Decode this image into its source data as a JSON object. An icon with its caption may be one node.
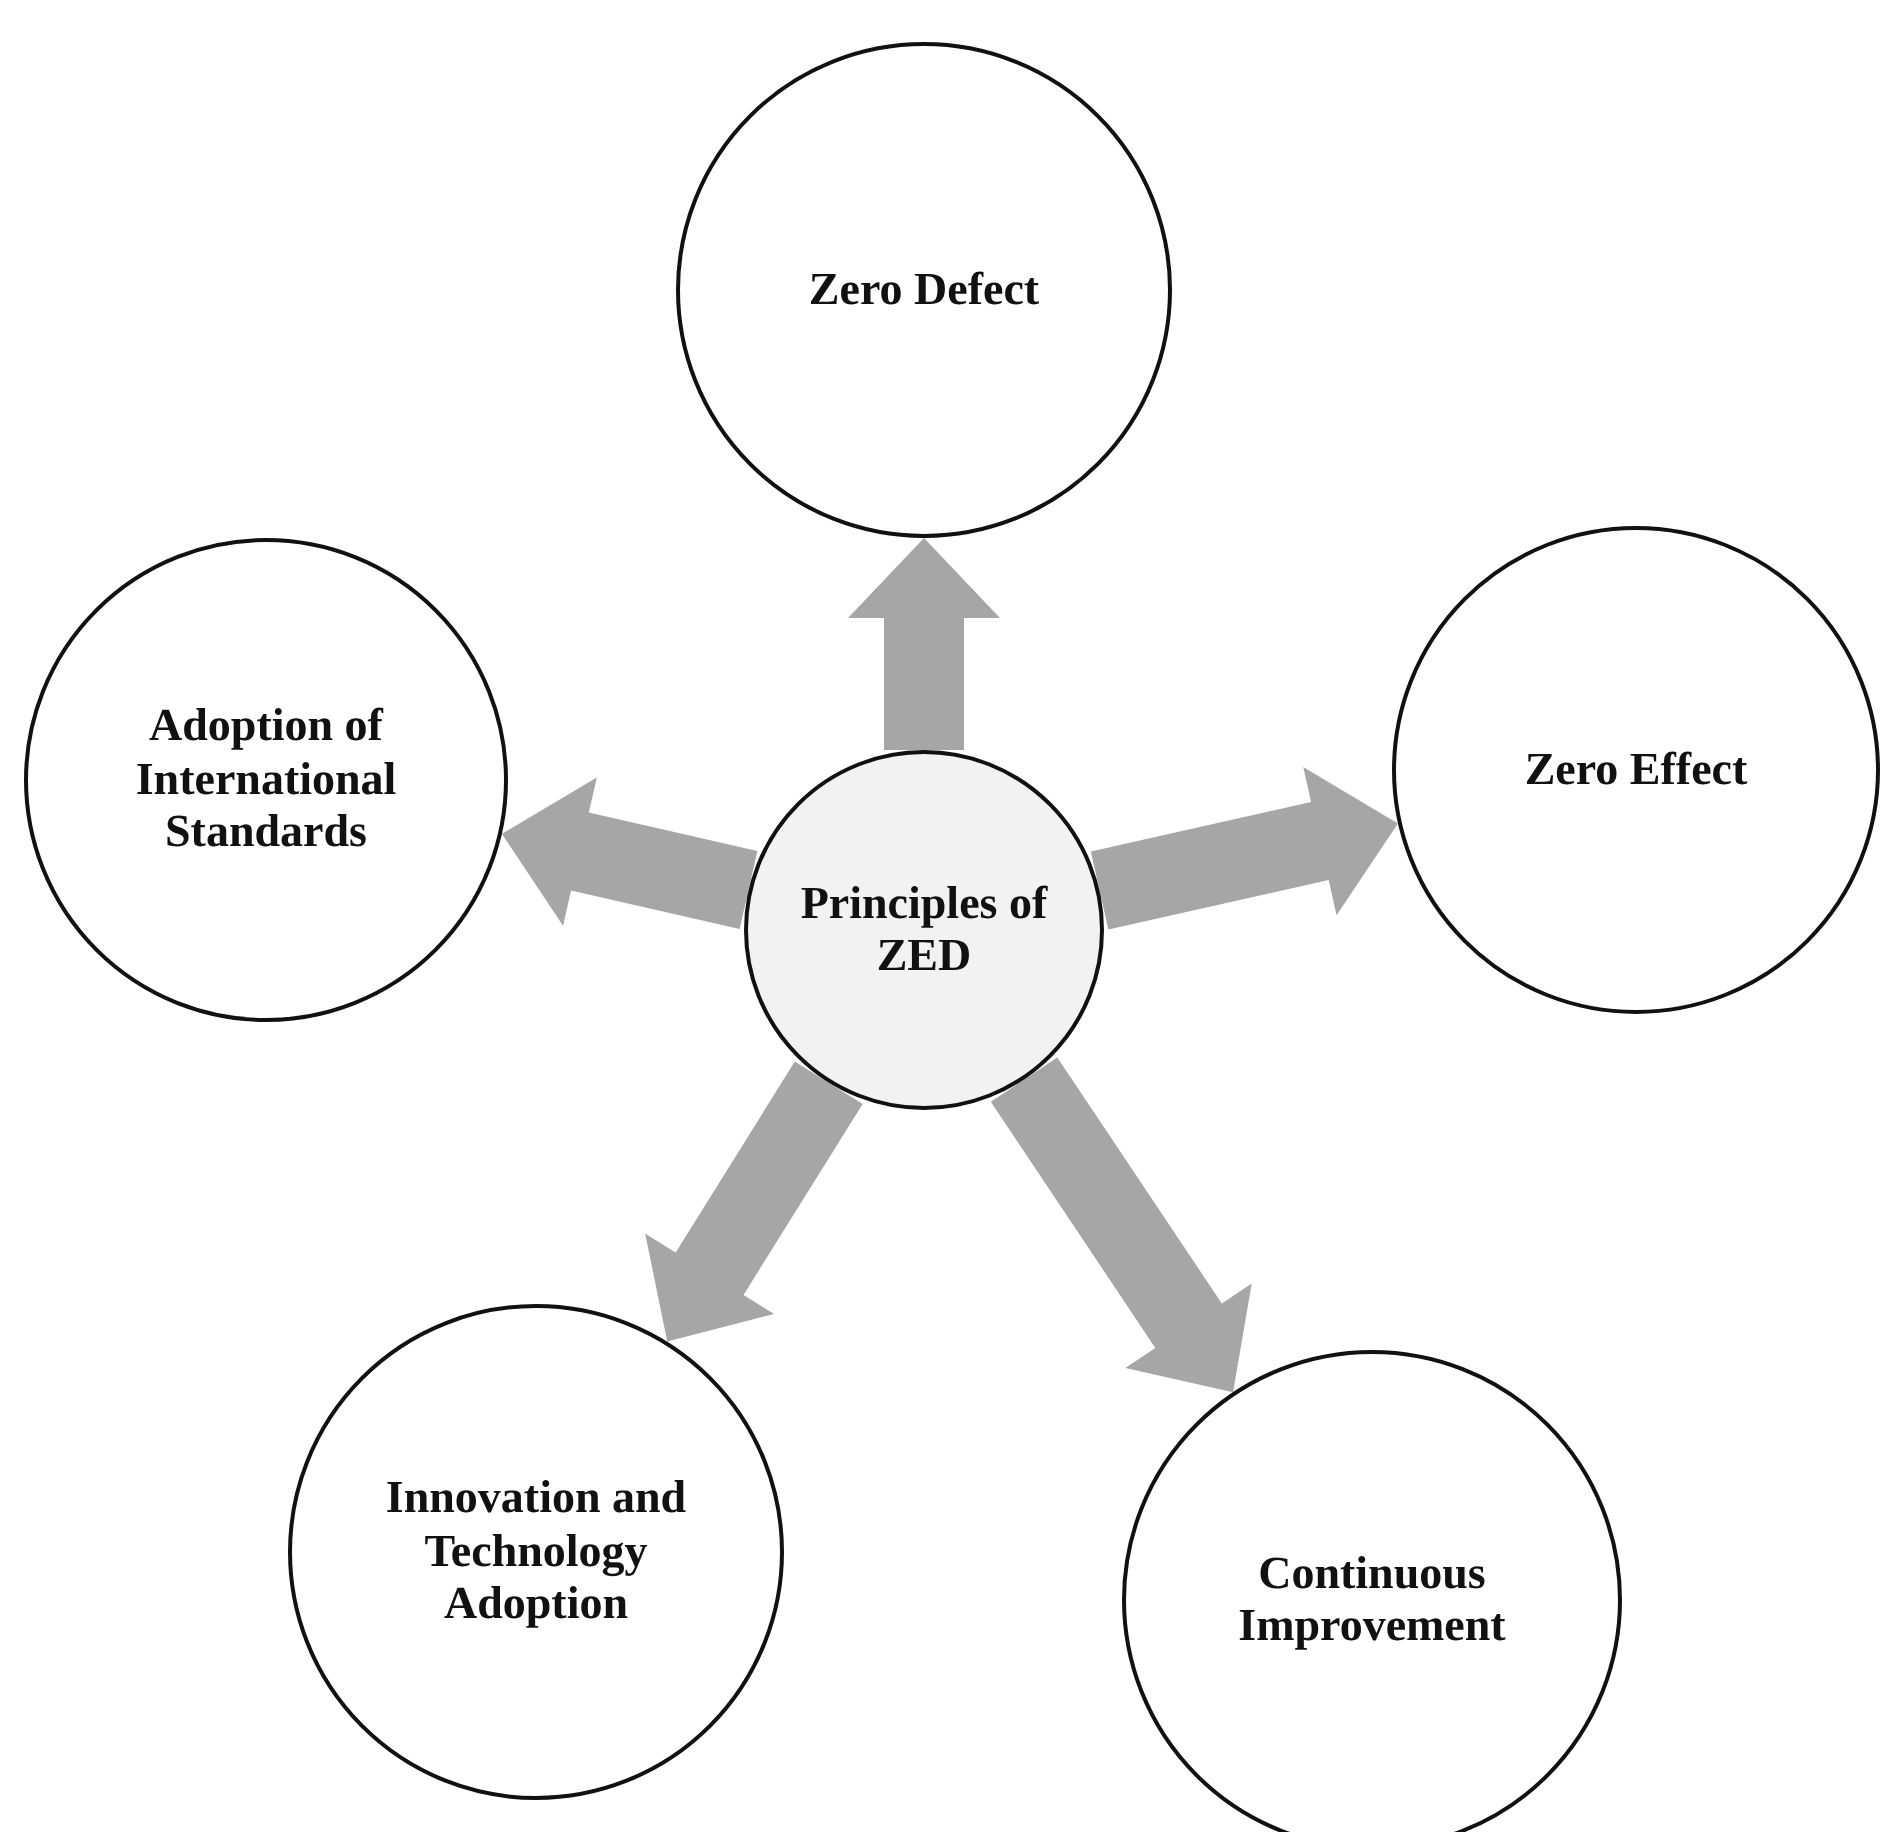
{
  "diagram": {
    "nodes": [
      {
        "text": [
          "Principles of ZED"
        ]
      },
      {
        "text": [
          "Zero Defect"
        ]
      },
      {
        "text": [
          "Adoption of International Standards"
        ]
      },
      {
        "text": [
          "Zero Effect"
        ]
      },
      {
        "text": [
          "Innovation and Technology Adoption"
        ]
      },
      {
        "text": [
          "Continuous Improvement"
        ]
      }
    ],
    "edges": [
      {
        "from": 0,
        "to": 1,
        "arrow": "to"
      },
      {
        "from": 0,
        "to": 3,
        "arrow": "to"
      },
      {
        "from": 0,
        "to": 5,
        "arrow": "to"
      },
      {
        "from": 0,
        "to": 4,
        "arrow": "to"
      },
      {
        "from": 0,
        "to": 2,
        "arrow": "to"
      }
    ]
  }
}
